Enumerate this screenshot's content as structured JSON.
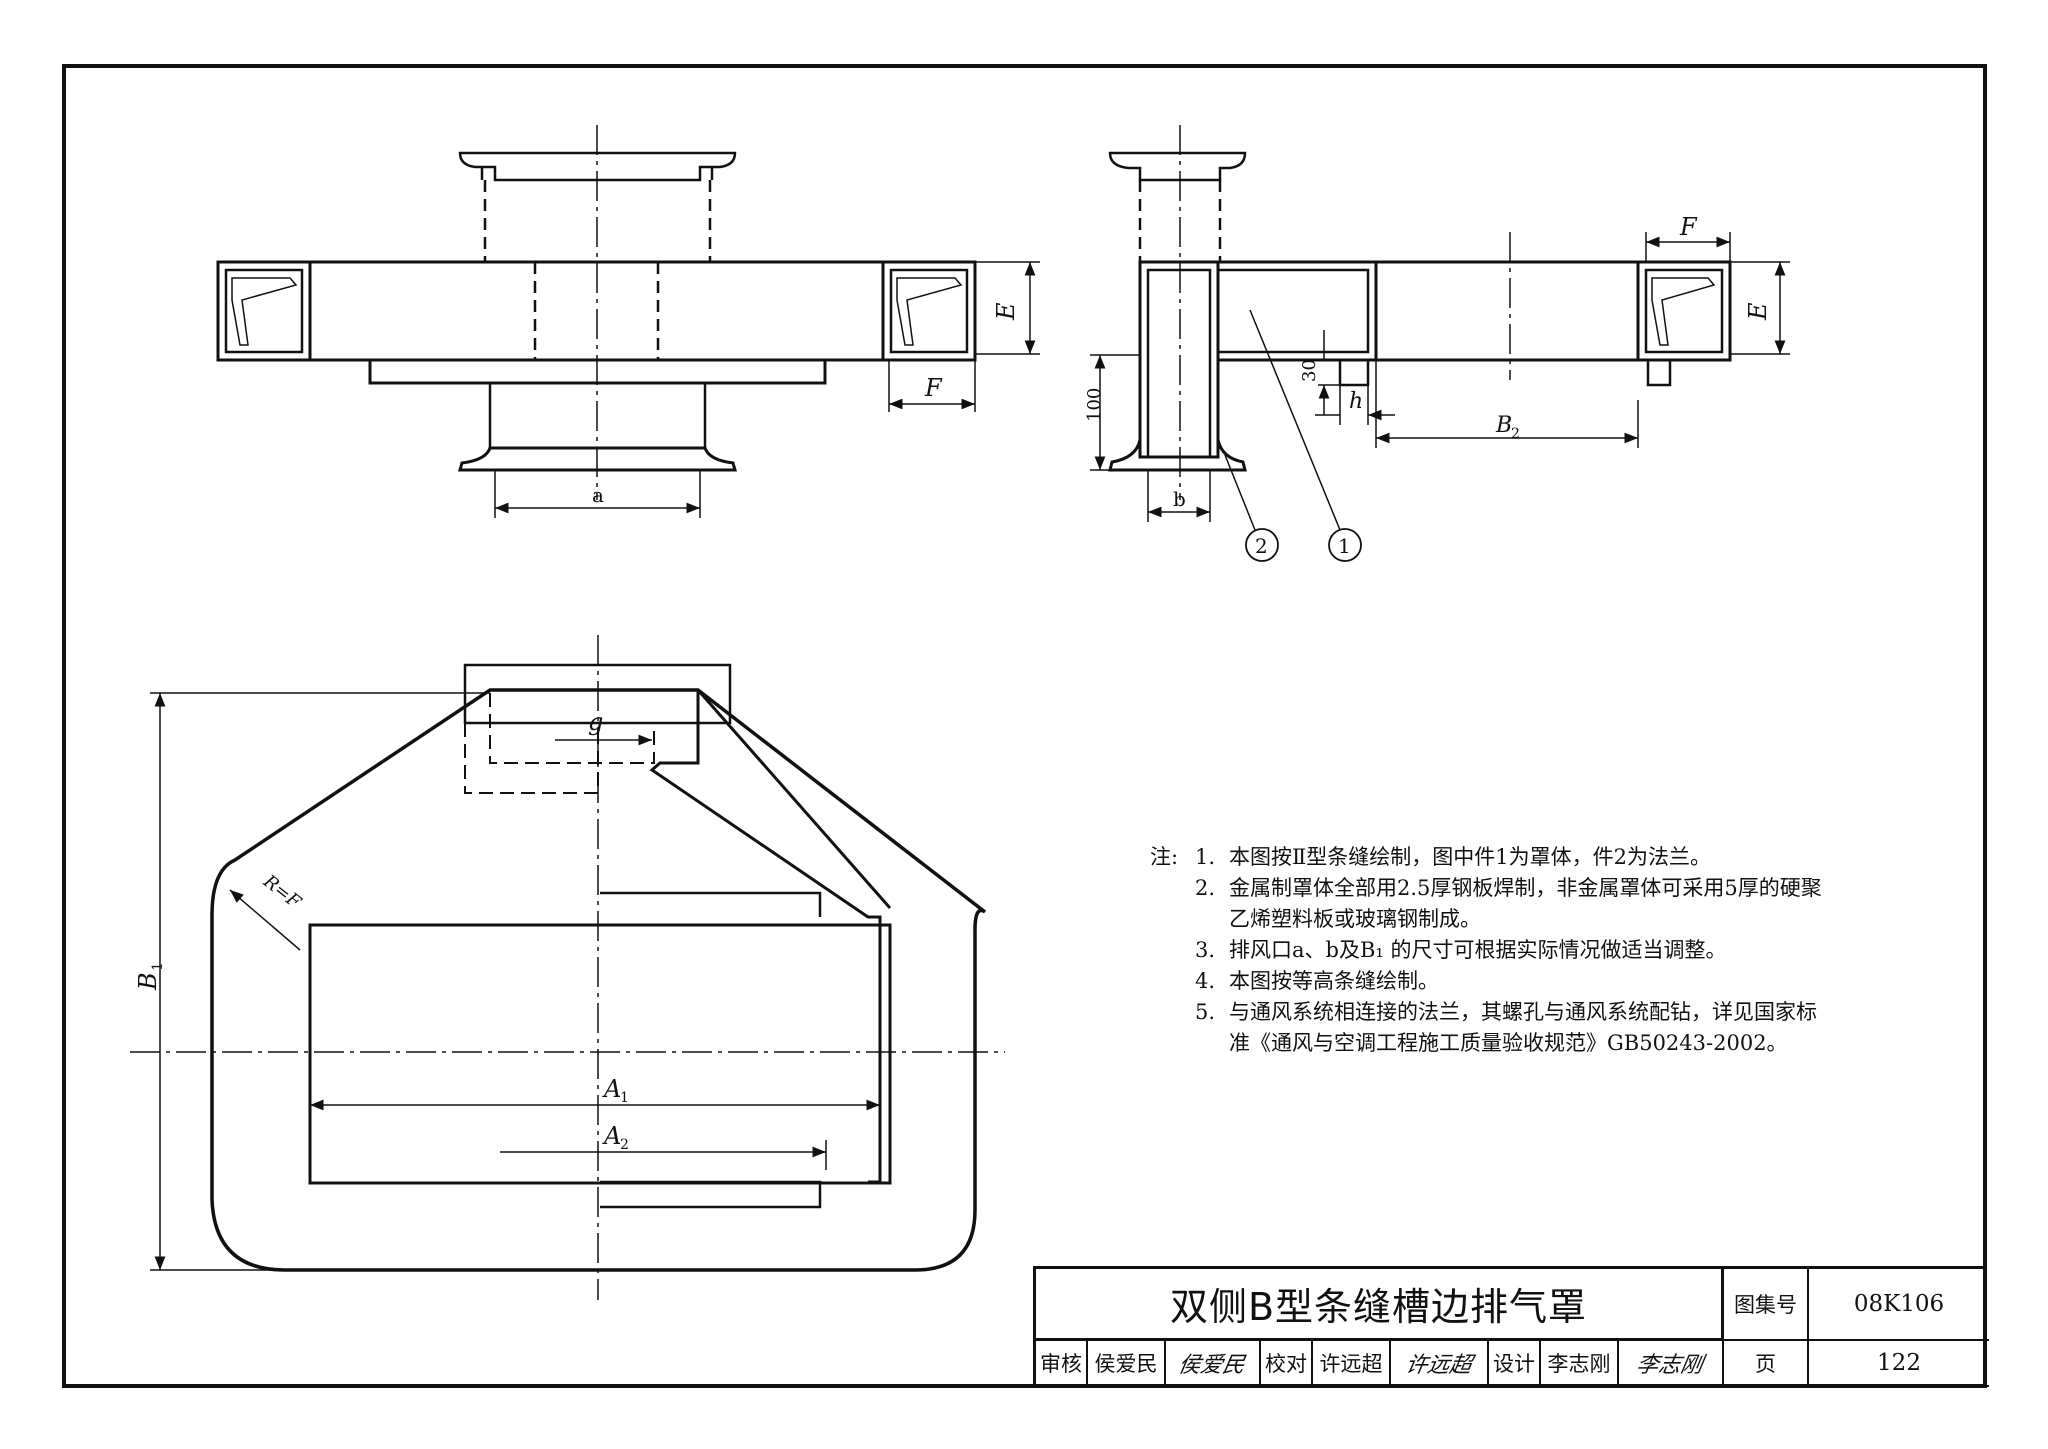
{
  "drawing": {
    "front_view": {
      "dim_a": "a",
      "dim_E": "E",
      "dim_F": "F"
    },
    "side_view": {
      "dim_F": "F",
      "dim_E": "E",
      "dim_100": "100",
      "dim_30": "30",
      "dim_h": "h",
      "dim_B2": "B",
      "dim_B2_sub": "2",
      "dim_b": "b",
      "callout_1": "1",
      "callout_2": "2"
    },
    "plan_view": {
      "dim_g": "g",
      "dim_RF": "R=F",
      "dim_B1": "B",
      "dim_B1_sub": "1",
      "dim_A1": "A",
      "dim_A1_sub": "1",
      "dim_A2": "A",
      "dim_A2_sub": "2"
    }
  },
  "notes": {
    "prefix": "注:",
    "items": [
      {
        "num": "1.",
        "text": "本图按Ⅱ型条缝绘制，图中件1为罩体，件2为法兰。"
      },
      {
        "num": "2.",
        "text": "金属制罩体全部用2.5厚钢板焊制，非金属罩体可采用5厚的硬聚"
      },
      {
        "num": "",
        "text": "乙烯塑料板或玻璃钢制成。"
      },
      {
        "num": "3.",
        "text": "排风口a、b及B₁ 的尺寸可根据实际情况做适当调整。"
      },
      {
        "num": "4.",
        "text": "本图按等高条缝绘制。"
      },
      {
        "num": "5.",
        "text": "与通风系统相连接的法兰，其螺孔与通风系统配钻，详见国家标"
      },
      {
        "num": "",
        "text": "准《通风与空调工程施工质量验收规范》GB50243-2002。"
      }
    ]
  },
  "title_block": {
    "title": "双侧B型条缝槽边排气罩",
    "atlas_label": "图集号",
    "atlas_no": "08K106",
    "page_label": "页",
    "page_no": "122",
    "review_label": "审核",
    "reviewer": "侯爱民",
    "reviewer_sig": "侯爱民",
    "check_label": "校对",
    "checker": "许远超",
    "checker_sig": "许远超",
    "design_label": "设计",
    "designer": "李志刚",
    "designer_sig": "李志刚"
  }
}
